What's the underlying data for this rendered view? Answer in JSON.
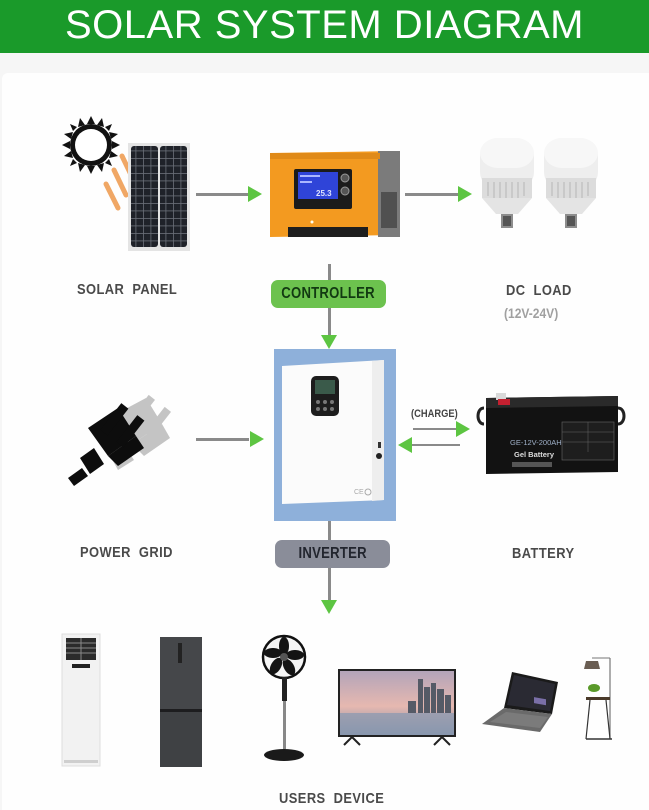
{
  "banner": {
    "title": "SOLAR SYSTEM DIAGRAM",
    "color": "#1a9a2a"
  },
  "components": {
    "solar_panel": {
      "label": "SOLAR  PANEL",
      "icon": "solar-panel-icon"
    },
    "controller": {
      "label": "CONTROLLER",
      "icon": "charge-controller-icon",
      "pill_color": "#6cc24e",
      "screen_reading": "25.3"
    },
    "dc_load": {
      "label": "DC  LOAD",
      "sublabel": "(12V-24V)",
      "icon": "light-bulb-icon"
    },
    "power_grid": {
      "label": "POWER  GRID",
      "icon": "power-plug-icon"
    },
    "inverter": {
      "label": "INVERTER",
      "icon": "inverter-icon",
      "pill_color": "#8a8d99",
      "highlight_color": "#8eb0da"
    },
    "battery": {
      "label": "BATTERY",
      "icon": "battery-icon",
      "model": "GE-12V-200AH",
      "type": "Gel Battery"
    },
    "users_device": {
      "label": "USERS  DEVICE"
    }
  },
  "connections": {
    "charge_label": "(CHARGE)",
    "arrow_color": "#5dc542",
    "line_color": "#8a8a8a"
  },
  "devices": [
    {
      "name": "air-conditioner",
      "icon": "air-conditioner-icon"
    },
    {
      "name": "refrigerator",
      "icon": "refrigerator-icon"
    },
    {
      "name": "stand-fan",
      "icon": "fan-icon"
    },
    {
      "name": "television",
      "icon": "tv-icon"
    },
    {
      "name": "laptop",
      "icon": "laptop-icon"
    },
    {
      "name": "floor-lamp",
      "icon": "lamp-icon"
    }
  ]
}
